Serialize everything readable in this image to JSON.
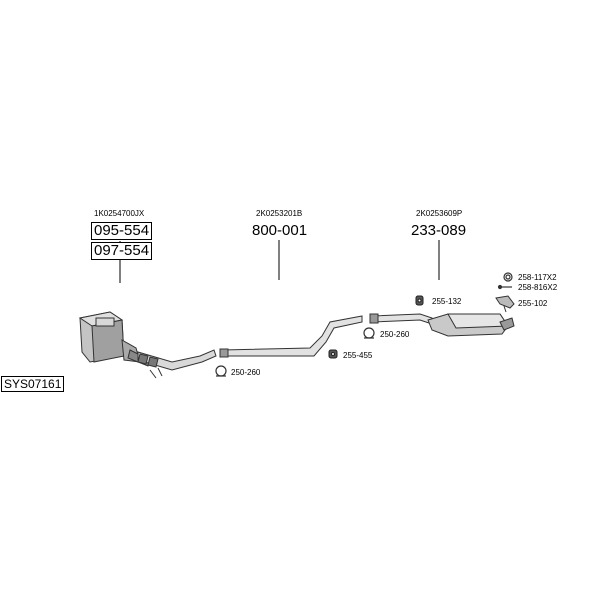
{
  "diagram_code": "SYS07161",
  "parts": [
    {
      "oem": "1K0254700JX",
      "numbers": [
        "095-554",
        "097-554"
      ]
    },
    {
      "oem": "2K0253201B",
      "numbers": [
        "800-001"
      ]
    },
    {
      "oem": "2K0253609P",
      "numbers": [
        "233-089"
      ]
    }
  ],
  "accessories": {
    "clamp_front": "250-260",
    "clamp_mid": "250-260",
    "hanger_mid": "255-455",
    "hanger_rear": "255-132",
    "ring": "258-117X2",
    "bolt": "258-816X2",
    "bracket": "255-102"
  }
}
